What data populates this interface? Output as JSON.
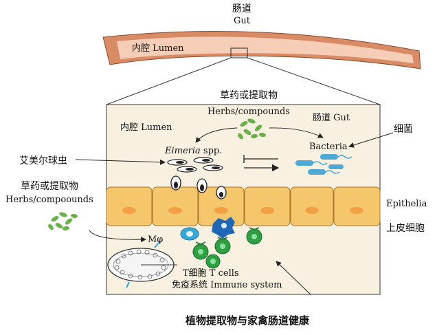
{
  "gut_top": {
    "zh": "肠道",
    "en": "Gut"
  },
  "lumen_band": "内腔  Lumen",
  "box_top_zh": "草药或提取物",
  "herbs_top_en": "Herbs/compounds",
  "lumen_inner": "内腔  Lumen",
  "gut_inner": "肠道  Gut",
  "eimeria": {
    "italic": "Eimeria",
    "rest": " spp."
  },
  "bacteria_en": "Bacteria",
  "bacteria_zh": "细菌",
  "eimeria_zh": "艾美尔球虫",
  "herbs_left_zh": "草药或提取物",
  "herbs_left_en": "Herbs/compoounds",
  "epithelia_en": "Epithelia",
  "epithelia_zh": "上皮细胞",
  "macrophage": "Mφ",
  "tcells": "T细胞  T cells",
  "immune": "免疫系统  Immune system",
  "caption": "植物提取物与家禽肠道健康",
  "colors": {
    "gut_outer": "#d98b66",
    "gut_inner": "#f6cdb6",
    "box_bg": "#f8f0e0",
    "cell": "#f5c66c",
    "nucleus": "#f2a043",
    "tcell": "#2ea043",
    "macrophage": "#35a8d6",
    "bacteria": "#4ea9d6",
    "plant": "#6bb04a"
  }
}
